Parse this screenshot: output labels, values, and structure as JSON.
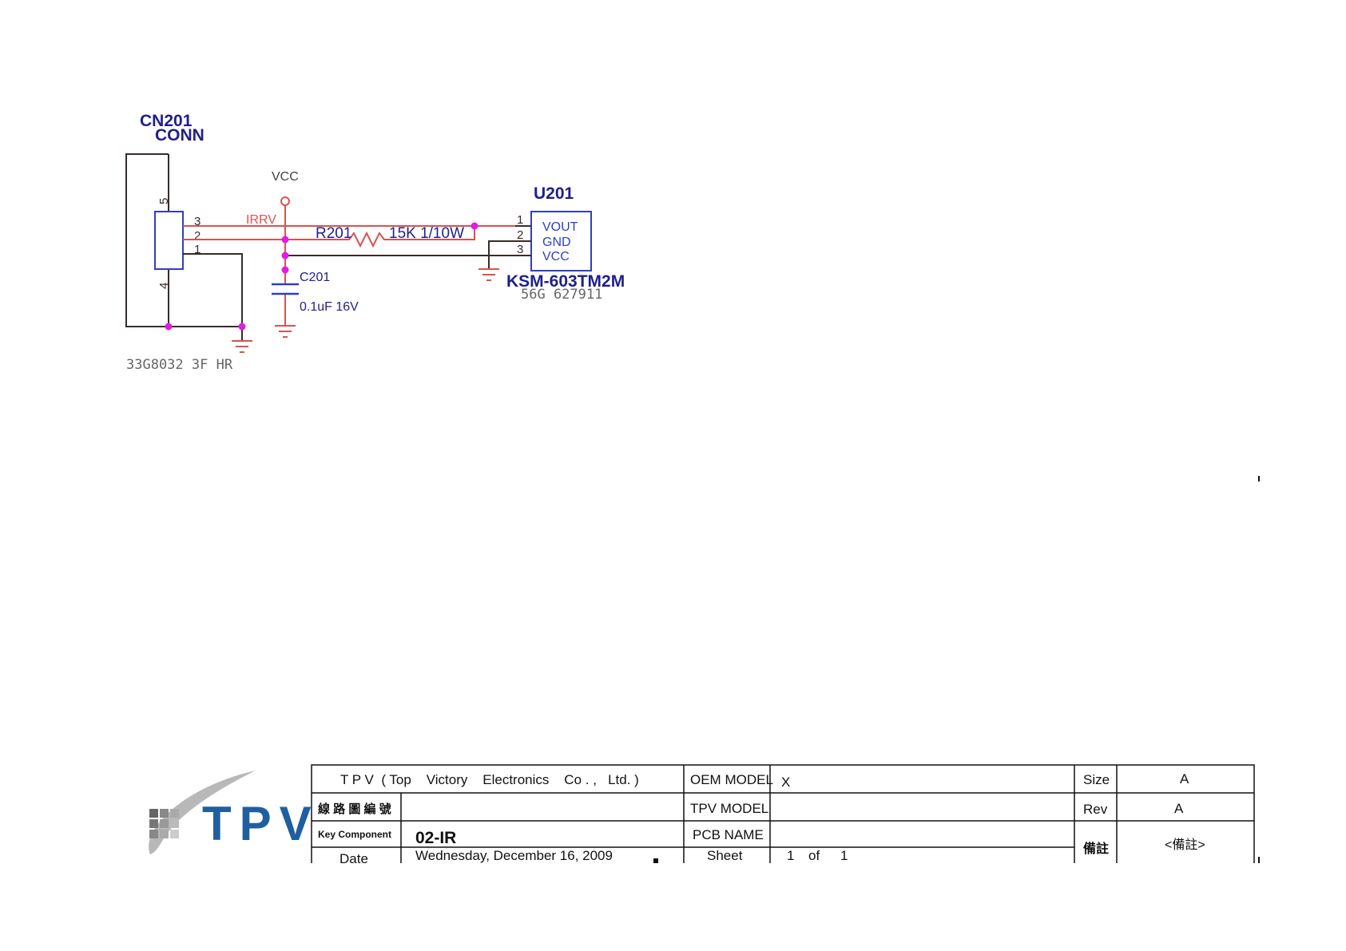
{
  "colors": {
    "wire": "#d9534f",
    "component_outline": "#2f3fbf",
    "junction": "#e31be3",
    "ref_label": "#1f1f8a",
    "ground": "#d9534f"
  },
  "schematic": {
    "connector": {
      "ref": "CN201",
      "value": "CONN",
      "part_number": "33G8032 3F HR",
      "pins": [
        "5",
        "3",
        "2",
        "1",
        "4"
      ]
    },
    "power": {
      "label": "VCC",
      "symbol": "vcc-circle-icon"
    },
    "net_label": "IRRV",
    "resistor": {
      "ref": "R201",
      "value": "15K 1/10W"
    },
    "capacitor": {
      "ref": "C201",
      "value": "0.1uF 16V"
    },
    "ic": {
      "ref": "U201",
      "part": "KSM-603TM2M",
      "part_number": "56G 627911",
      "pins": [
        {
          "num": "1",
          "name": "VOUT"
        },
        {
          "num": "2",
          "name": "GND"
        },
        {
          "num": "3",
          "name": "VCC"
        }
      ]
    }
  },
  "title_block": {
    "company": "T P V  ( Top    Victory    Electronics    Co . ,   Ltd. )",
    "logo_text": "TPV",
    "drawing_no_label": "線 路 圖 編 號",
    "drawing_no_value": "",
    "key_component_label": "Key Component",
    "key_component_value": "02-IR",
    "date_label": "Date",
    "date_value": "Wednesday, December 16, 2009",
    "oem_model_label": "OEM MODEL",
    "oem_model_value": "X",
    "tpv_model_label": "TPV MODEL",
    "tpv_model_value": "",
    "pcb_name_label": "PCB NAME",
    "pcb_name_value": "",
    "sheet_label": "Sheet",
    "sheet_num": "1",
    "sheet_of": "of",
    "sheet_total": "1",
    "size_label": "Size",
    "size_value": "A",
    "rev_label": "Rev",
    "rev_value": "A",
    "remark_label": "備註",
    "remark_value": "<備註>"
  }
}
